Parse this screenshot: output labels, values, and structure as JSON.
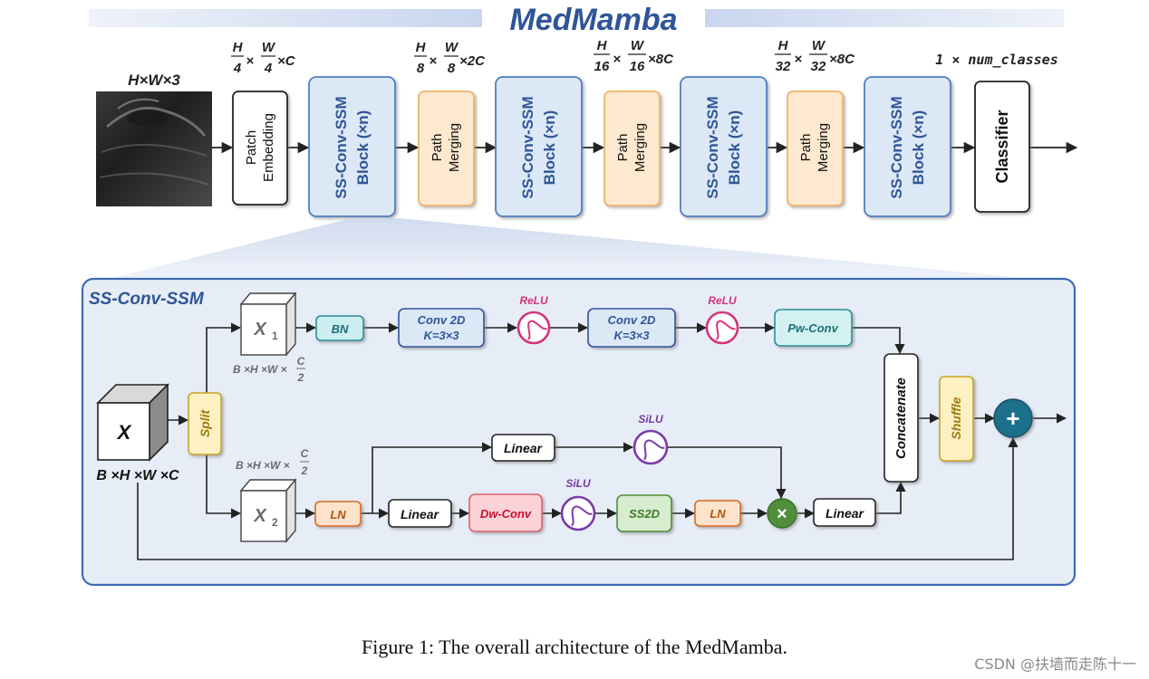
{
  "title": "MedMamba",
  "input": {
    "label": "H×W×3"
  },
  "dims": {
    "d1": {
      "h": "H",
      "hd": "4",
      "w": "W",
      "wd": "4",
      "c": "×C"
    },
    "d2": {
      "h": "H",
      "hd": "8",
      "w": "W",
      "wd": "8",
      "c": "×2C"
    },
    "d3": {
      "h": "H",
      "hd": "16",
      "w": "W",
      "wd": "16",
      "c": "×8C"
    },
    "d4": {
      "h": "H",
      "hd": "32",
      "w": "W",
      "wd": "32",
      "c": "×8C"
    },
    "d5": "1 × num_classes"
  },
  "top_blocks": {
    "patch_embedding": [
      "Patch",
      "Embedding"
    ],
    "ss_block": [
      "SS-Conv-SSM",
      "Block (×n)"
    ],
    "path_merging": [
      "Path",
      "Merging"
    ],
    "classifier": "Classifier"
  },
  "detail": {
    "title": "SS-Conv-SSM",
    "x_label": "X",
    "x_dim": "B ×H ×W ×C",
    "split": "Split",
    "x1": {
      "name": "X",
      "sub": "1",
      "dim": "B ×H ×W ×",
      "frac_num": "C",
      "frac_den": "2"
    },
    "x2": {
      "name": "X",
      "sub": "2",
      "dim": "B ×H ×W ×",
      "frac_num": "C",
      "frac_den": "2"
    },
    "bn": "BN",
    "conv1": [
      "Conv 2D",
      "K=3×3"
    ],
    "relu1": "ReLU",
    "conv2": [
      "Conv 2D",
      "K=3×3"
    ],
    "relu2": "ReLU",
    "pwconv": "Pw-Conv",
    "concatenate": "Concatenate",
    "shuffle": "Shuffle",
    "plus": "+",
    "linear_top": "Linear",
    "silu_top": "SiLU",
    "ln1": "LN",
    "linear_mid": "Linear",
    "dwconv": "Dw-Conv",
    "silu_mid": "SiLU",
    "ss2d": "SS2D",
    "ln2": "LN",
    "times": "×",
    "linear_out": "Linear"
  },
  "caption": "Figure 1: The overall architecture of the MedMamba.",
  "watermark": "CSDN @扶墙而走陈十一",
  "colors": {
    "ssBlockFill": "#dce8f6",
    "ssBlockStroke": "#4f7fc2",
    "ssBlockText": "#2f5597",
    "mergingFill": "#fde9cf",
    "mergingStroke": "#f0b36a",
    "panelFill": "#e7edf7",
    "panelStroke": "#3f6bb3",
    "bnFill": "#cdeef0",
    "bnStroke": "#2c8e9a",
    "reluColor": "#d4347a",
    "siluColor": "#7a3aa8",
    "lnFill": "#fde3cc",
    "lnStroke": "#d96a1a",
    "dwFill": "#fbd2d8",
    "dwStroke": "#e06070",
    "ss2dFill": "#d8edd0",
    "ss2dStroke": "#4f8e3a",
    "splitFill": "#fdf0c2",
    "splitStroke": "#c9a227",
    "plusFill": "#1f6f8b",
    "timesFill": "#4f8e3a"
  }
}
